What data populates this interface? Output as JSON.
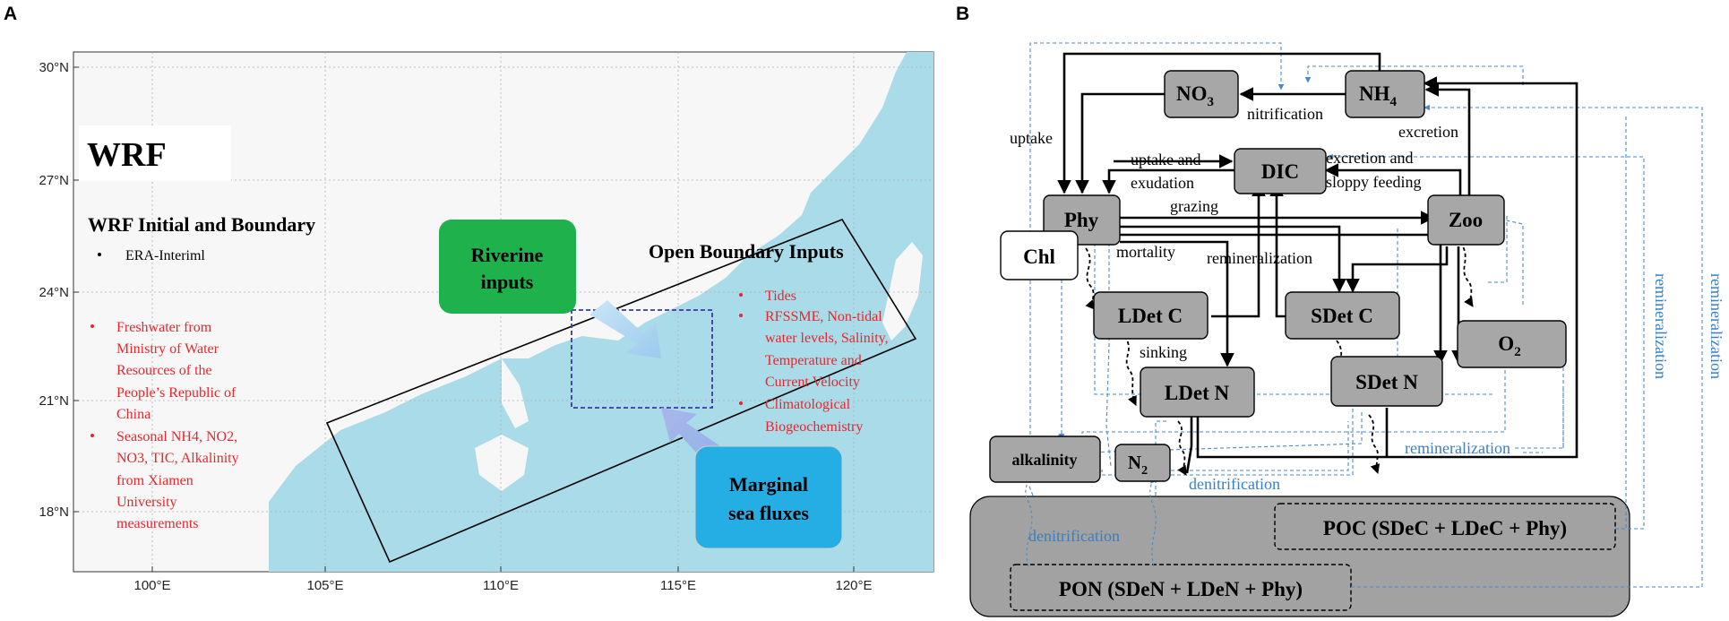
{
  "panel_a": {
    "label": "A",
    "map": {
      "lat_ticks": [
        "30°N",
        "27°N",
        "24°N",
        "21°N",
        "18°N"
      ],
      "lon_ticks": [
        "100°E",
        "105°E",
        "110°E",
        "115°E",
        "120°E"
      ],
      "wrf_title": "WRF",
      "wrf_boundary_title": "WRF Initial and Boundary",
      "wrf_items": [
        "ERA-Interiml"
      ],
      "river_items": [
        [
          "Freshwater from",
          "Ministry of Water",
          "Resources of the",
          "People’s Republic of",
          "China"
        ],
        [
          "Seasonal NH4, NO2,",
          "NO3, TIC, Alkalinity",
          "from Xiamen",
          "University",
          "measurements"
        ]
      ],
      "open_boundary_title": "Open Boundary Inputs",
      "open_items": [
        [
          "Tides"
        ],
        [
          "RFSSME, Non-tidal",
          "water levels, Salinity,",
          "Temperature and",
          "Current Velocity"
        ],
        [
          "Climatological",
          "Biogeochemistry"
        ]
      ],
      "riverine_box": [
        "Riverine",
        "inputs"
      ],
      "marginal_box": [
        "Marginal",
        "sea fluxes"
      ],
      "colors": {
        "riverine": "#1fb14b",
        "marginal": "#25aee4",
        "sea": "#a9dbe9",
        "land": "#f7f7f7",
        "red_text": "#e8262b"
      }
    }
  },
  "panel_b": {
    "label": "B",
    "nodes": {
      "no3": "NO",
      "no3_sub": "3",
      "nh4": "NH",
      "nh4_sub": "4",
      "dic": "DIC",
      "phy": "Phy",
      "zoo": "Zoo",
      "chl": "Chl",
      "ldetc": "LDet C",
      "sdetc": "SDet C",
      "ldetn": "LDet N",
      "sdetn": "SDet N",
      "o2": "O",
      "o2_sub": "2",
      "alk": "alkalinity",
      "n2": "N",
      "n2_sub": "2"
    },
    "sediment": {
      "poc": "POC (SDeC + LDeC + Phy)",
      "pon": "PON (SDeN + LDeN + Phy)"
    },
    "labels": {
      "nitrification": "nitrification",
      "uptake": "uptake",
      "excretion": "excretion",
      "uptake_exudation": [
        "uptake and",
        "exudation"
      ],
      "excretion_feeding": [
        "excretion and",
        "sloppy feeding"
      ],
      "grazing": "grazing",
      "mortality": "mortality",
      "remineralization": "remineralization",
      "sinking": "sinking",
      "denitrification": "denitrification",
      "remin_bottom": "remineralization",
      "remin_vert1": "remineralization",
      "remin_vert2": "remineralization",
      "denit_sed": "denitrification"
    },
    "colors": {
      "node": "#a7a7a7",
      "sediment": "#a2a2a2",
      "blue": "#4a8ac8",
      "black": "#000000"
    }
  }
}
